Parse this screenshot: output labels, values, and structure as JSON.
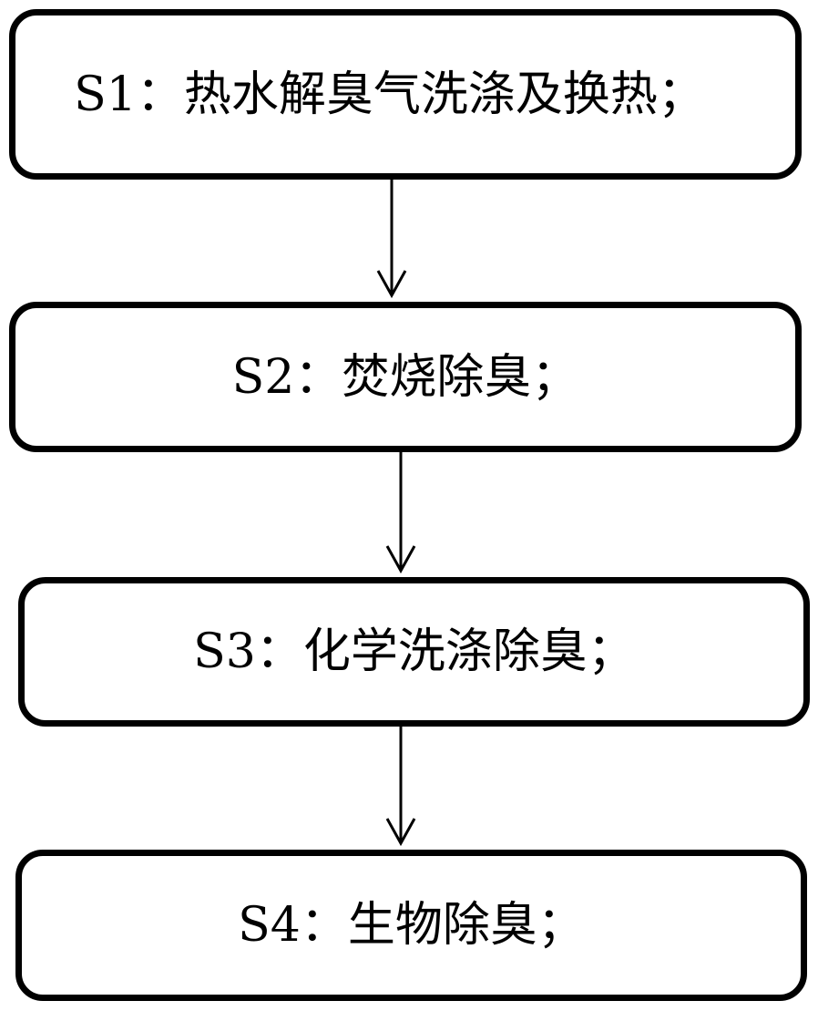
{
  "steps": [
    {
      "id": "s1",
      "label": "S1：热水解臭气洗涤及换热；"
    },
    {
      "id": "s2",
      "label": "S2：焚烧除臭；"
    },
    {
      "id": "s3",
      "label": "S3：化学洗涤除臭；"
    },
    {
      "id": "s4",
      "label": "S4：生物除臭；"
    }
  ],
  "colors": {
    "stroke": "#000000",
    "background": "#ffffff"
  }
}
